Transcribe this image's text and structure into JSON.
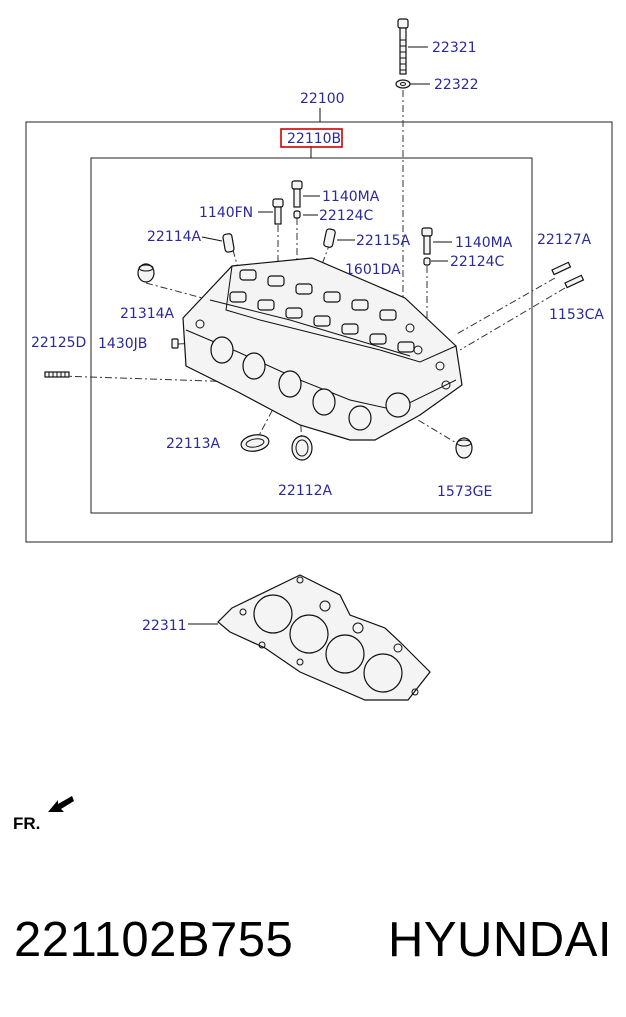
{
  "diagram": {
    "frame_labels": {
      "outer": "22100",
      "inner": "22110B"
    },
    "part_labels": [
      "22321",
      "22322",
      "1140MA",
      "1140FN",
      "22124C",
      "22114A",
      "22115A",
      "1140MA",
      "22127A",
      "22124C",
      "1601DA",
      "21314A",
      "1153CA",
      "22125D",
      "1430JB",
      "22113A",
      "22112A",
      "1573GE",
      "22311"
    ],
    "highlighted_label": "22110B",
    "highlight_color": "#d00000",
    "label_color": "#2a2a9c",
    "direction_marker": "FR."
  },
  "caption": {
    "part_number": "221102B755",
    "brand": "HYUNDAI"
  }
}
